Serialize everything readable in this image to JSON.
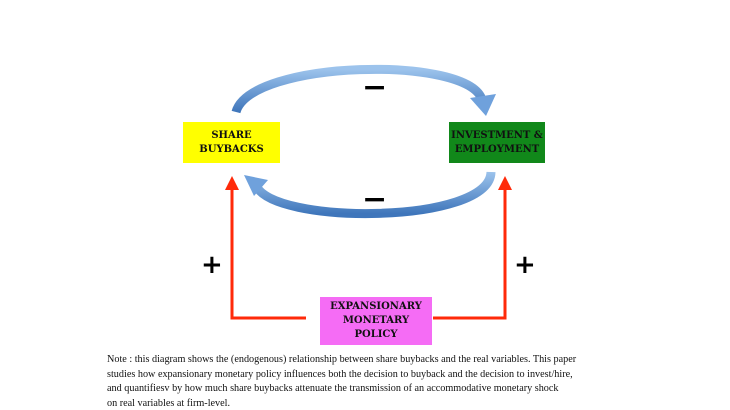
{
  "nodes": {
    "share_buybacks": "SHARE\nBUYBACKS",
    "investment_employment": "INVESTMENT &\nEMPLOYMENT",
    "monetary_policy": "EXPANSIONARY\nMONETARY\nPOLICY"
  },
  "signs": {
    "top": "−",
    "bottom": "−",
    "left": "+",
    "right": "+"
  },
  "colors": {
    "share_buybacks": "#ffff00",
    "investment_employment": "#11881a",
    "monetary_policy": "#f56cf5",
    "feedback_arrow": "#5b8fcc",
    "policy_arrow": "#ff2a0a"
  },
  "note": {
    "lines": [
      "Note : this diagram shows the (endogenous) relationship between share buybacks and the real variables. This paper",
      "studies how expansionary monetary policy influences both the decision to buyback and the decision to invest/hire,",
      "and quantifiesv by how much share buybacks attenuate the transmission of an accommodative monetary shock",
      "on real variables at firm-level."
    ]
  }
}
